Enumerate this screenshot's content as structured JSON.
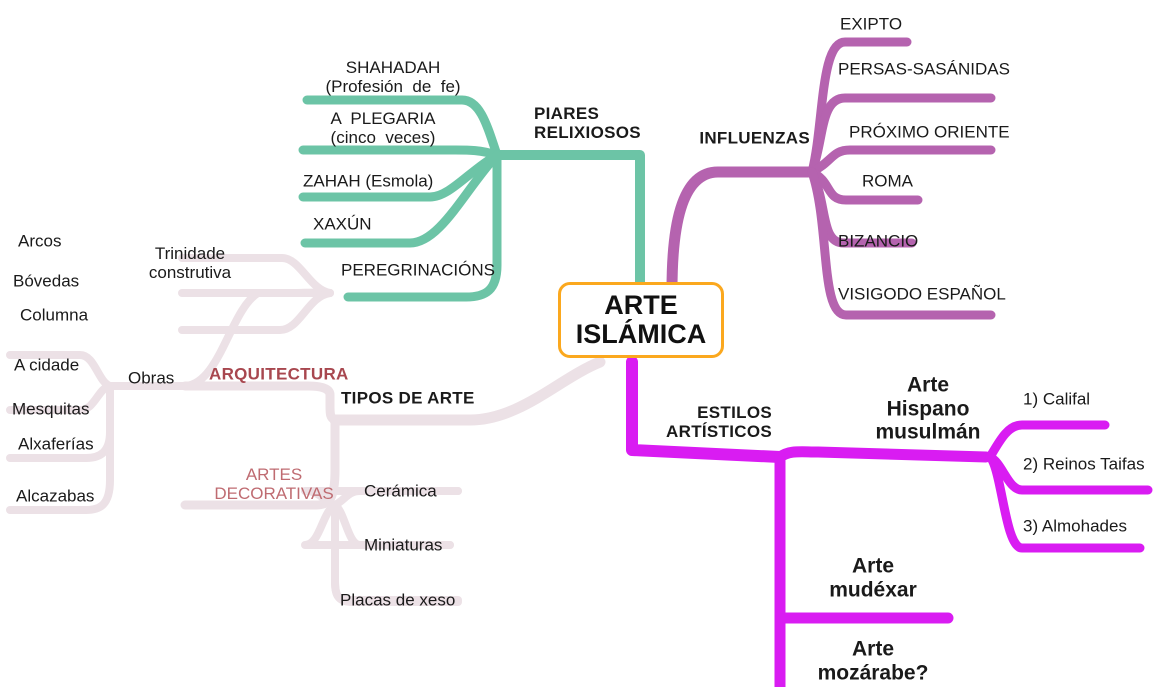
{
  "root": {
    "label": "ARTE\nISLÁMICA",
    "border_color": "#fba81e"
  },
  "branches": {
    "pillars": {
      "label": "PIARES\nRELIXIOSOS",
      "color": "#6cc4a6",
      "children": [
        {
          "label": "SHAHADAH\n(Profesión  de  fe)"
        },
        {
          "label": "A  PLEGARIA\n(cinco  veces)"
        },
        {
          "label": "ZAHAH (Esmola)"
        },
        {
          "label": "XAXÚN"
        },
        {
          "label": "PEREGRINACIÓNS"
        }
      ]
    },
    "influences": {
      "label": "INFLUENZAS",
      "color": "#b563af",
      "children": [
        {
          "label": "EXIPTO"
        },
        {
          "label": "PERSAS-SASÁNIDAS"
        },
        {
          "label": "PRÓXIMO ORIENTE"
        },
        {
          "label": "ROMA"
        },
        {
          "label": "BIZANCIO"
        },
        {
          "label": "VISIGODO ESPAÑOL"
        }
      ]
    },
    "types": {
      "label": "TIPOS DE ARTE",
      "color": "#ece1e6",
      "children": [
        {
          "label": "ARQUITECTURA",
          "text_color": "#a8474f",
          "children": [
            {
              "label": "Trinidade\nconstrutiva",
              "children": [
                {
                  "label": "Arcos"
                },
                {
                  "label": "Bóvedas"
                },
                {
                  "label": "Columna"
                }
              ]
            },
            {
              "label": "Obras",
              "children": [
                {
                  "label": "A cidade"
                },
                {
                  "label": "Mesquitas"
                },
                {
                  "label": "Alxaferías"
                },
                {
                  "label": "Alcazabas"
                }
              ]
            }
          ]
        },
        {
          "label": "ARTES\nDECORATIVAS",
          "text_color": "#bf6b71",
          "children": [
            {
              "label": "Cerámica"
            },
            {
              "label": "Miniaturas"
            },
            {
              "label": "Placas de xeso"
            }
          ]
        }
      ]
    },
    "styles": {
      "label": "ESTILOS\nARTÍSTICOS",
      "color": "#d91cf2",
      "children": [
        {
          "label": "Arte\nHispano\nmusulmán",
          "children": [
            {
              "label": "1) Califal"
            },
            {
              "label": "2) Reinos Taifas"
            },
            {
              "label": "3) Almohades"
            }
          ]
        },
        {
          "label": "Arte\nmudéxar"
        },
        {
          "label": "Arte\nmozárabe?"
        }
      ]
    }
  }
}
